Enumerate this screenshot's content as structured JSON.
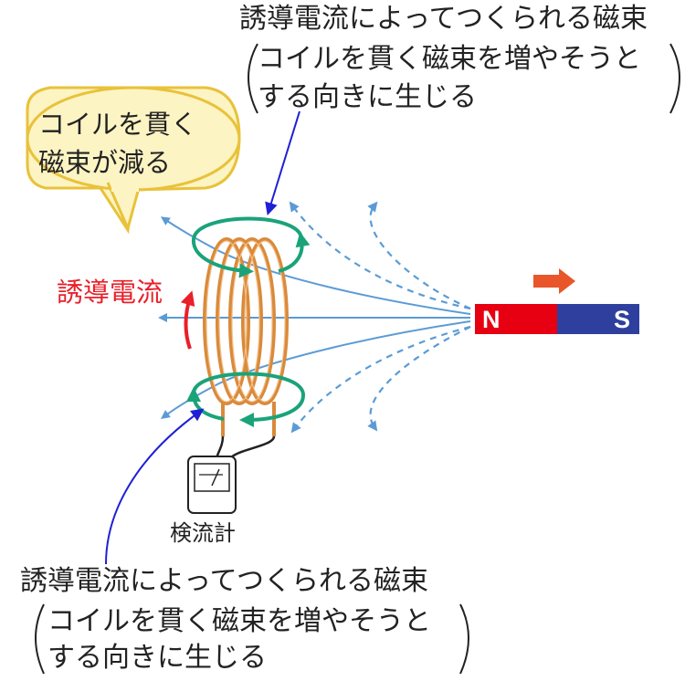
{
  "top_note": {
    "line1": "誘導電流によってつくられる磁束",
    "line2": "コイルを貫く磁束を増やそうと",
    "line3": "する向きに生じる"
  },
  "bottom_note": {
    "line1": "誘導電流によってつくられる磁束",
    "line2": "コイルを貫く磁束を増やそうと",
    "line3": "する向きに生じる"
  },
  "bubble": {
    "line1": "コイルを貫く",
    "line2": "磁束が減る"
  },
  "induced_current_label": "誘導電流",
  "galvanometer_label": "検流計",
  "magnet": {
    "north": "N",
    "south": "S"
  },
  "colors": {
    "field_line": "#5b9bd5",
    "induced_flux": "#1aa37a",
    "coil": "#d98a3a",
    "current_arrow": "#e8202a",
    "pointer_arrow": "#1f1fd6",
    "magnet_north": "#e60012",
    "magnet_south": "#2e3f9e",
    "motion_arrow": "#e8562a",
    "bubble_fill": "#fdf4c4",
    "bubble_stroke": "#e8c23a"
  }
}
